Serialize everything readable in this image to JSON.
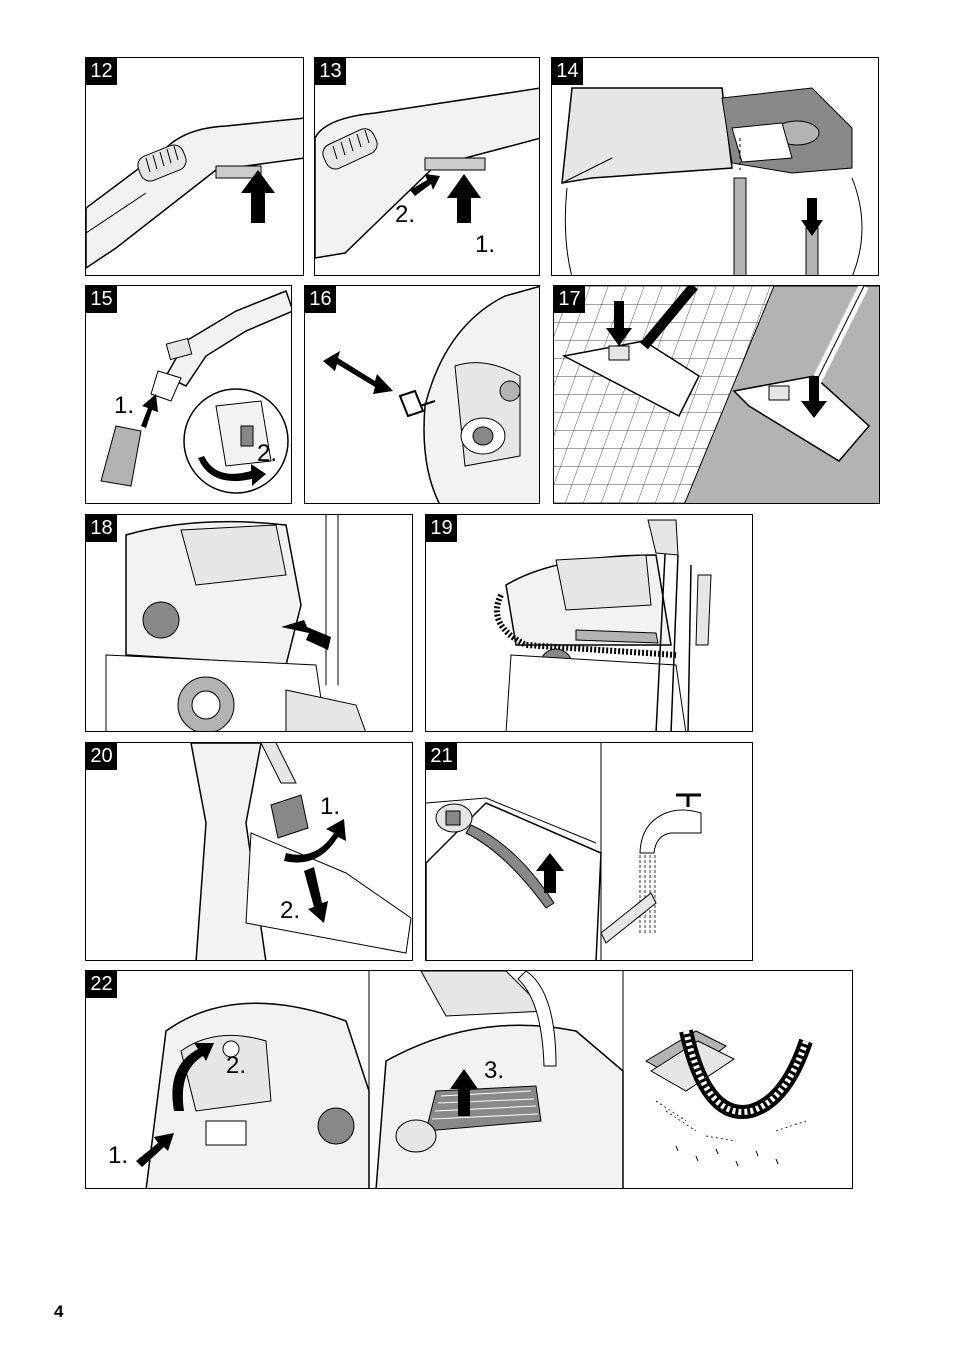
{
  "page": {
    "number": "4"
  },
  "figures": [
    {
      "id": "12",
      "steps": []
    },
    {
      "id": "13",
      "steps": [
        "2.",
        "1."
      ]
    },
    {
      "id": "14",
      "steps": []
    },
    {
      "id": "15",
      "steps": [
        "1.",
        "2."
      ]
    },
    {
      "id": "16",
      "steps": []
    },
    {
      "id": "17",
      "steps": []
    },
    {
      "id": "18",
      "steps": []
    },
    {
      "id": "19",
      "steps": []
    },
    {
      "id": "20",
      "steps": [
        "1.",
        "2."
      ]
    },
    {
      "id": "21",
      "steps": []
    },
    {
      "id": "22",
      "steps": [
        "2.",
        "1.",
        "3."
      ]
    }
  ],
  "colors": {
    "ink": "#000000",
    "fill_light": "#e6e6e6",
    "fill_mid": "#b3b3b3",
    "fill_dark": "#888888"
  },
  "icons": [
    "arrow-icon",
    "curved-arrow-icon",
    "water-tap-icon",
    "filter-icon"
  ]
}
